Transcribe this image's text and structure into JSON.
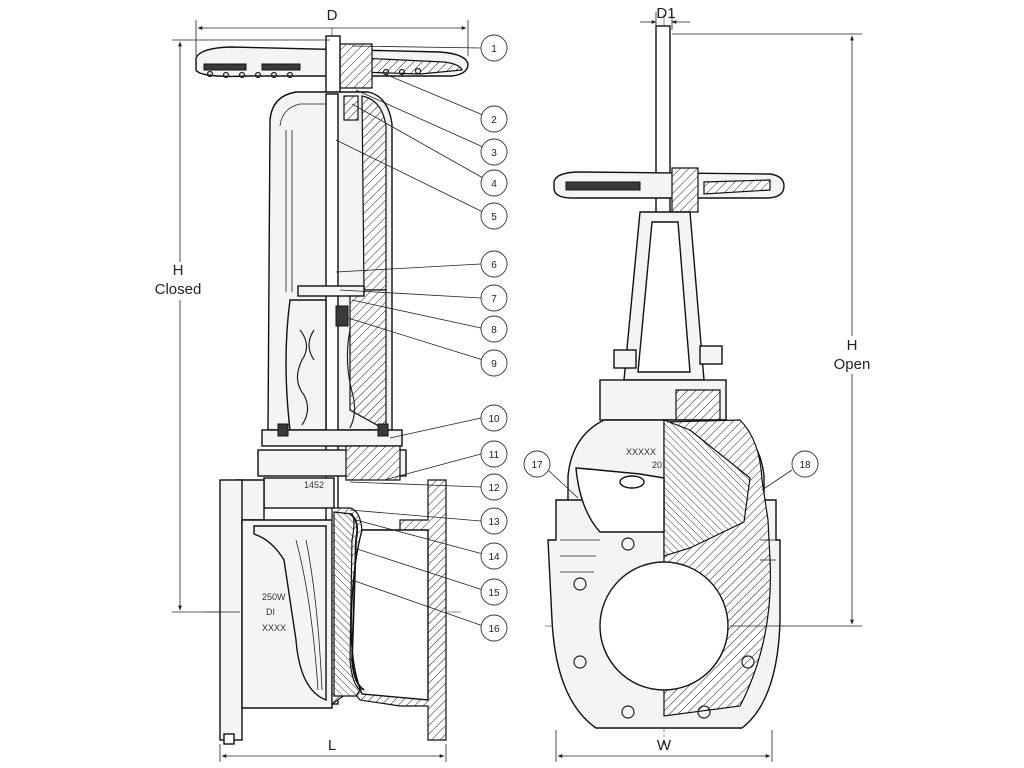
{
  "dimensions": {
    "D": "D",
    "D1": "D1",
    "L": "L",
    "W": "W",
    "H_closed": {
      "line1": "H",
      "line2": "Closed"
    },
    "H_open": {
      "line1": "H",
      "line2": "Open"
    }
  },
  "markings": {
    "pressure": "250W",
    "material": "DI",
    "code": "XXXX",
    "number": "1452",
    "side_code": "XXXXX",
    "side_size": "20"
  },
  "callouts": [
    "1",
    "2",
    "3",
    "4",
    "5",
    "6",
    "7",
    "8",
    "9",
    "10",
    "11",
    "12",
    "13",
    "14",
    "15",
    "16",
    "17",
    "18"
  ]
}
